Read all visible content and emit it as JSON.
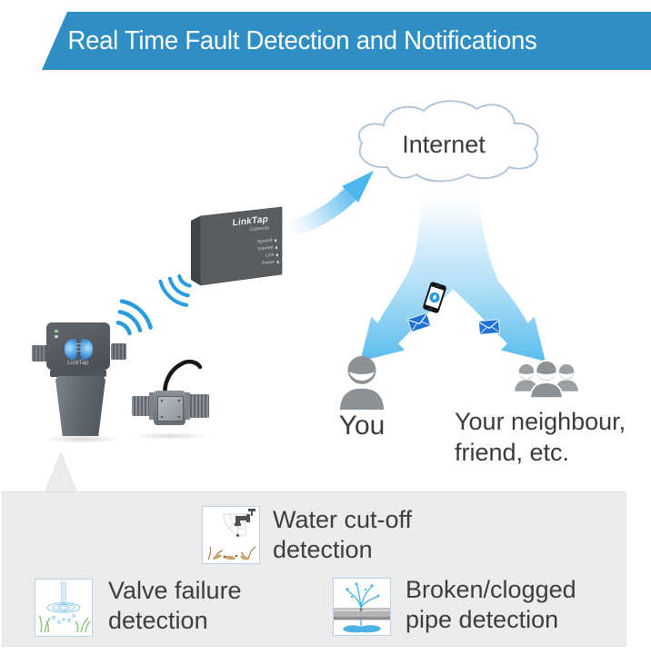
{
  "banner": {
    "title": "Real Time Fault Detection and Notifications"
  },
  "diagram": {
    "cloud_label": "Internet",
    "gateway": {
      "brand": "LinkTap",
      "model": "Gateway",
      "leds": [
        "Synced",
        "Internet",
        "Link",
        "Power"
      ]
    },
    "valve": {
      "brand": "LinkTap"
    },
    "recipients": {
      "you": "You",
      "others": "Your neighbour, friend, etc."
    }
  },
  "features": [
    {
      "id": "water-cut-off-detection",
      "label": "Water cut-off detection"
    },
    {
      "id": "valve-failure-detection",
      "label": "Valve failure detection"
    },
    {
      "id": "broken-pipe-detection",
      "label": "Broken/clogged pipe detection"
    }
  ],
  "colors": {
    "banner_bg": "#2F8FC4",
    "arrow_blue": "#55BBEE",
    "wifi_blue": "#2B9CE0",
    "envelope_blue": "#1E74D4",
    "people_gray": "#8C9196",
    "panel_bg": "#ECECEC",
    "text_dark": "#3A3A3A",
    "cloud_stroke": "#A9C0D8"
  }
}
